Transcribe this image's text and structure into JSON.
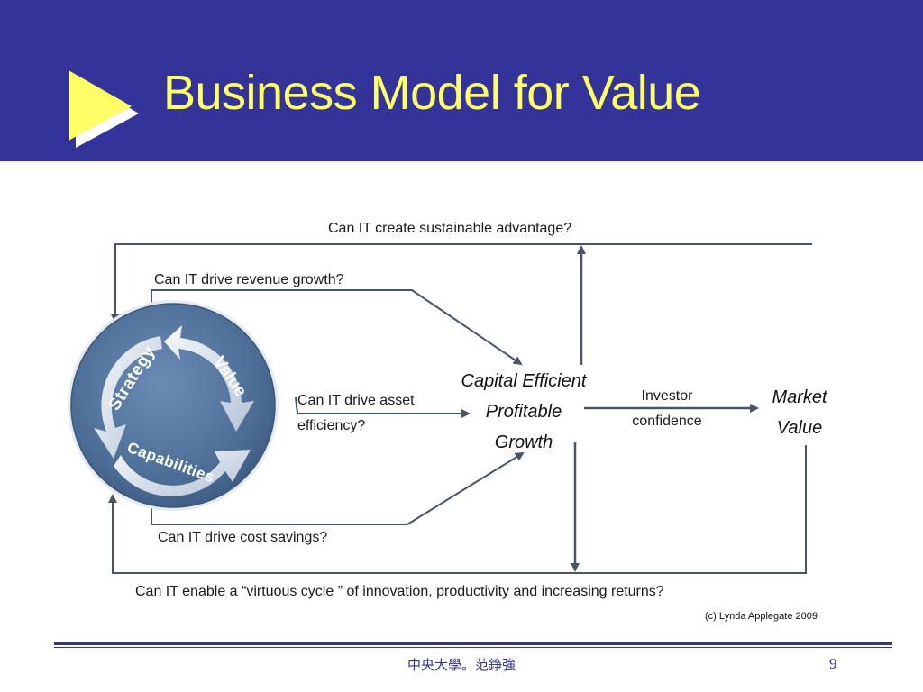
{
  "slide": {
    "title": "Business Model for Value",
    "footer_center": "中央大學。范錚強",
    "page_number": "9"
  },
  "colors": {
    "title_bar": "#333399",
    "title_text": "#ffff66",
    "arrow_line": "#4a5563",
    "cycle_fill": "#56789e"
  },
  "icons": {
    "title_bullet": "play-triangle-icon",
    "cycle": "circular-arrows-icon"
  },
  "diagram": {
    "cycle": {
      "strategy": "Strategy",
      "value": "Value",
      "capabilities": "Capabilities"
    },
    "questions": {
      "sustainable_advantage": "Can IT create sustainable advantage?",
      "revenue_growth": "Can IT drive revenue growth?",
      "asset_efficiency_line1": "Can IT drive asset",
      "asset_efficiency_line2": "efficiency?",
      "cost_savings": "Can IT drive cost savings?",
      "virtuous_cycle": "Can IT enable a    “virtuous cycle    ” of innovation, productivity and increasing returns?"
    },
    "center_node": {
      "line1": "Capital Efficient",
      "line2": "Profitable",
      "line3": "Growth"
    },
    "flow_label": {
      "line1": "Investor",
      "line2": "confidence"
    },
    "market_node": {
      "line1": "Market",
      "line2": "Value"
    },
    "copyright": "(c) Lynda Applegate 2009"
  }
}
